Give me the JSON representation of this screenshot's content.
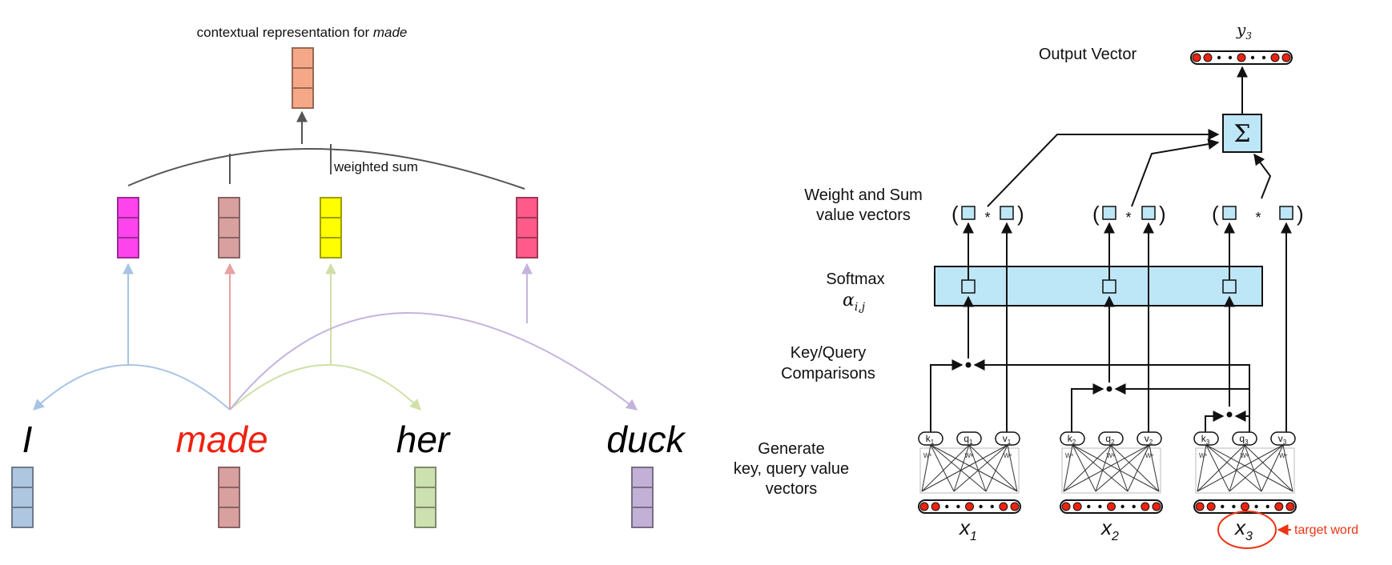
{
  "left": {
    "top_label_prefix": "contextual representation for ",
    "top_label_emph": "made",
    "weighted_sum": "weighted sum",
    "words": [
      {
        "text": "I",
        "color": "#000000"
      },
      {
        "text": "made",
        "color": "#ee2211"
      },
      {
        "text": "her",
        "color": "#000000"
      },
      {
        "text": "duck",
        "color": "#000000"
      }
    ],
    "colors": {
      "output_vector": "#f5a888",
      "vec_I": "#aec6e0",
      "vec_made": "#d9a0a0",
      "vec_her": "#cde0b0",
      "vec_duck": "#c2b0d6",
      "wvec_I": "#ff44ee",
      "wvec_made": "#d9a0a0",
      "wvec_her": "#ffff00",
      "wvec_duck": "#ff5a8a",
      "arc_I": "#a8c4e4",
      "arc_made": "#e8a0a0",
      "arc_her": "#d0e0a8",
      "arc_duck": "#c4b4dc"
    }
  },
  "right": {
    "labels": {
      "output_vector": "Output Vector",
      "weight_sum_1": "Weight and Sum",
      "weight_sum_2": "value vectors",
      "softmax": "Softmax",
      "alpha": "α",
      "alpha_sub": "i,j",
      "keyquery_1": "Key/Query",
      "keyquery_2": "Comparisons",
      "generate_1": "Generate",
      "generate_2": "key, query value",
      "generate_3": "vectors",
      "target_word": "target word",
      "sigma": "Σ",
      "y": "y",
      "y_sub": "3",
      "star": "*",
      "open_paren": "(",
      "close_paren": ")"
    },
    "inputs": [
      {
        "x": "x",
        "sub": "1",
        "k": "k",
        "k_sub": "1",
        "q": "q",
        "q_sub": "1",
        "v": "v",
        "v_sub": "1"
      },
      {
        "x": "x",
        "sub": "2",
        "k": "k",
        "k_sub": "2",
        "q": "q",
        "q_sub": "2",
        "v": "v",
        "v_sub": "2"
      },
      {
        "x": "x",
        "sub": "3",
        "k": "k",
        "k_sub": "3",
        "q": "q",
        "q_sub": "3",
        "v": "v",
        "v_sub": "3"
      }
    ],
    "weight_labels": [
      "Wᵏ",
      "Wᵠ",
      "Wᵛ"
    ],
    "colors": {
      "softmax_fill": "#bde6f6",
      "box_fill": "#bde6f6",
      "dot_red": "#ee2211",
      "target_red": "#ee3311"
    }
  }
}
